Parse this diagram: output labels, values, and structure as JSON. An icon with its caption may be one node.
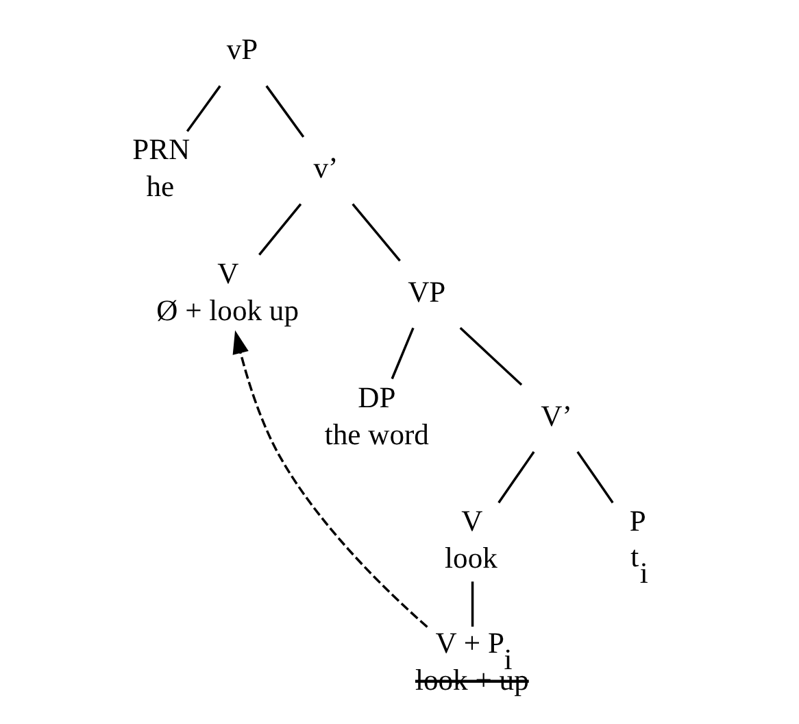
{
  "diagram": {
    "nodes": [
      {
        "text": [
          "vP"
        ]
      },
      {
        "text": [
          "PRN",
          "he"
        ]
      },
      {
        "text": [
          "v’"
        ]
      },
      {
        "text": [
          "V",
          "Ø + look up"
        ]
      },
      {
        "text": [
          "VP"
        ]
      },
      {
        "text": [
          "DP",
          "the word"
        ]
      },
      {
        "text": [
          "V’"
        ]
      },
      {
        "text": [
          "V",
          "look"
        ]
      },
      {
        "text": [
          "P",
          "t$_{i}$"
        ]
      },
      {
        "text": [
          "V + P$_{i}$",
          "look + up"
        ]
      }
    ],
    "edges": [
      {
        "from": 0,
        "to": 1,
        "arrow": "none"
      },
      {
        "from": 0,
        "to": 2,
        "arrow": "none"
      },
      {
        "from": 2,
        "to": 3,
        "arrow": "none"
      },
      {
        "from": 2,
        "to": 4,
        "arrow": "none"
      },
      {
        "from": 4,
        "to": 5,
        "arrow": "none"
      },
      {
        "from": 4,
        "to": 6,
        "arrow": "none"
      },
      {
        "from": 6,
        "to": 7,
        "arrow": "none"
      },
      {
        "from": 6,
        "to": 8,
        "arrow": "none"
      },
      {
        "from": 7,
        "to": 9,
        "arrow": "none"
      },
      {
        "from": 9,
        "to": 3,
        "arrow": "to",
        "style": "dashed"
      }
    ]
  }
}
